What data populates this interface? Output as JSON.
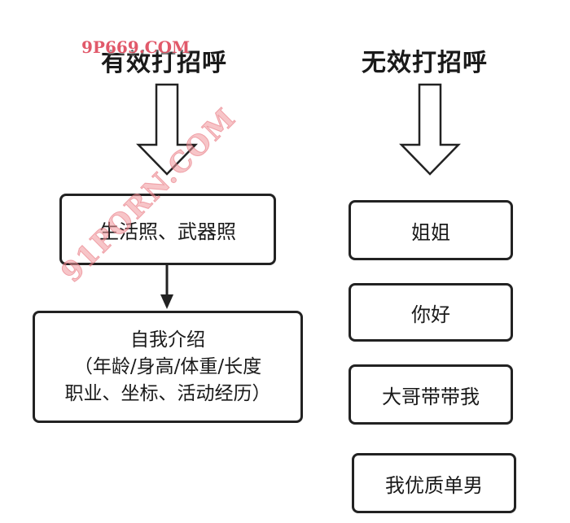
{
  "left_column": {
    "heading": "有效打招呼",
    "boxes": [
      {
        "lines": [
          "生活照、武器照"
        ]
      },
      {
        "lines": [
          "自我介绍",
          "（年龄/身高/体重/长度",
          "职业、坐标、活动经历）"
        ]
      }
    ]
  },
  "right_column": {
    "heading": "无效打招呼",
    "boxes": [
      {
        "lines": [
          "姐姐"
        ]
      },
      {
        "lines": [
          "你好"
        ]
      },
      {
        "lines": [
          "大哥带带我"
        ]
      },
      {
        "lines": [
          "我优质单男"
        ]
      }
    ]
  },
  "watermarks": {
    "top": "9P669.COM",
    "diagonal": "91PORN.COM"
  },
  "colors": {
    "stroke": "#222222",
    "text": "#1a1a1a",
    "watermark": "#e8737c"
  }
}
